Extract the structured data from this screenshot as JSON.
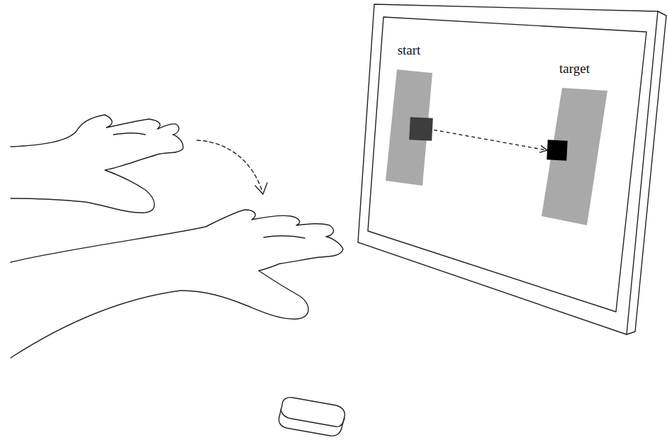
{
  "diagram": {
    "nodes": [
      {
        "text": [
          "start"
        ]
      },
      {
        "text": [
          "target"
        ]
      }
    ],
    "edges": [
      {
        "from": 0,
        "to": 1,
        "arrow": "to"
      }
    ]
  }
}
